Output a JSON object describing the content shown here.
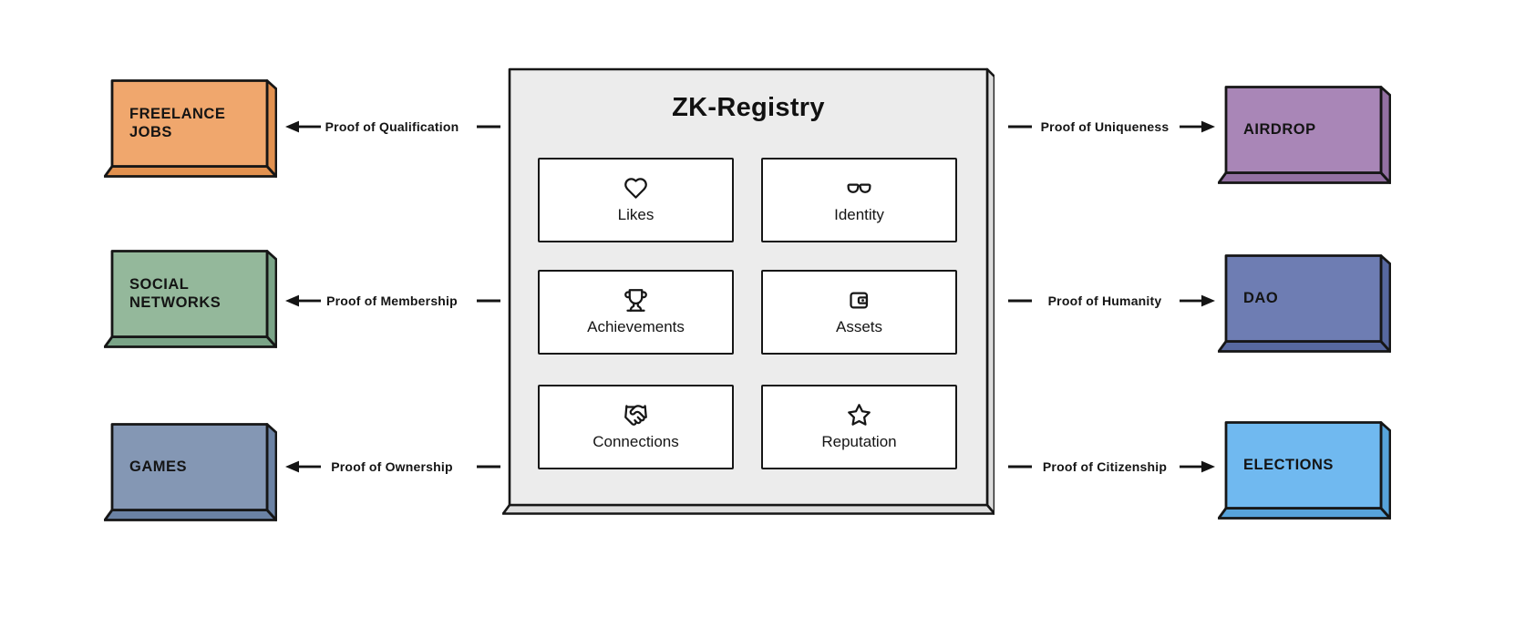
{
  "registry": {
    "title": "ZK-Registry",
    "fill": "#ececec",
    "side_fill": "#dddddd",
    "cards": [
      {
        "label": "Likes",
        "icon": "heart-icon"
      },
      {
        "label": "Identity",
        "icon": "glasses-icon"
      },
      {
        "label": "Achievements",
        "icon": "trophy-icon"
      },
      {
        "label": "Assets",
        "icon": "wallet-icon"
      },
      {
        "label": "Connections",
        "icon": "handshake-icon"
      },
      {
        "label": "Reputation",
        "icon": "star-icon"
      }
    ]
  },
  "left": {
    "nodes": [
      {
        "label": "FREELANCE JOBS",
        "fill": "#f0a76d",
        "side_fill": "#e2914f",
        "proof": "Proof of Qualification"
      },
      {
        "label": "SOCIAL NETWORKS",
        "fill": "#94b89b",
        "side_fill": "#7aa487",
        "proof": "Proof of Membership"
      },
      {
        "label": "GAMES",
        "fill": "#8497b4",
        "side_fill": "#6b82a4",
        "proof": "Proof of Ownership"
      }
    ]
  },
  "right": {
    "nodes": [
      {
        "label": "AIRDROP",
        "fill": "#a986b7",
        "side_fill": "#9370a2",
        "proof": "Proof of Uniqueness"
      },
      {
        "label": "DAO",
        "fill": "#6e7db3",
        "side_fill": "#57689f",
        "proof": "Proof of Humanity"
      },
      {
        "label": "ELECTIONS",
        "fill": "#70b9f0",
        "side_fill": "#57a3da",
        "proof": "Proof of Citizenship"
      }
    ]
  },
  "colors": {
    "ink": "#141414",
    "card_border": "#161616",
    "background": "#ffffff"
  }
}
